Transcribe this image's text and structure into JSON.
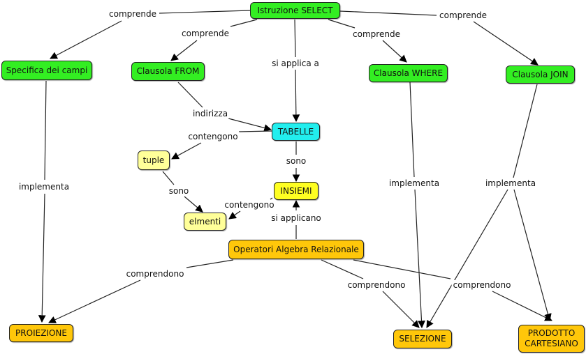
{
  "concept_map": {
    "nodes": {
      "select": "Istruzione SELECT",
      "campi": "Specifica dei campi",
      "from": "Clausola FROM",
      "where": "Clausola WHERE",
      "join": "Clausola JOIN",
      "tabelle": "TABELLE",
      "tuple": "tuple",
      "insiemi": "INSIEMI",
      "elmenti": "elmenti",
      "operatori": "Operatori Algebra Relazionale",
      "proiezione": "PROIEZIONE",
      "selezione": "SELEZIONE",
      "prodotto": "PRODOTTO\nCARTESIANO"
    },
    "links": {
      "comprende_campi": "comprende",
      "comprende_from": "comprende",
      "si_applica_a": "si applica a",
      "comprende_where": "comprende",
      "comprende_join": "comprende",
      "indirizza": "indirizza",
      "contengono_tuple": "contengono",
      "sono_insiemi": "sono",
      "sono_elmenti": "sono",
      "contengono_elmenti": "contengono",
      "si_applicano": "si applicano",
      "implementa_campi": "implementa",
      "implementa_where": "implementa",
      "implementa_join": "implementa",
      "comprendono_proiezione": "comprendono",
      "comprendono_selezione": "comprendono",
      "comprendono_prodotto": "comprendono"
    },
    "colors": {
      "clause": "#33ee22",
      "tabelle": "#22eeee",
      "insiemi": "#ffff22",
      "element": "#ffff99",
      "operator": "#ffc70a"
    }
  }
}
